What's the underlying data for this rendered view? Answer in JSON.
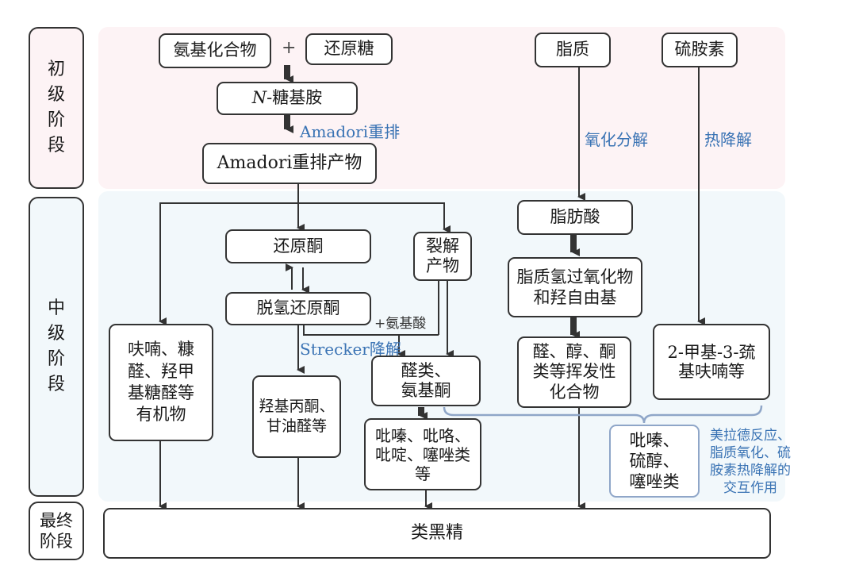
{
  "stages": {
    "primary": "初级阶段",
    "intermediate": "中级阶段",
    "final": "最终阶段"
  },
  "nodes": {
    "amino_compound": "氨基化合物",
    "plus_sign": "+",
    "reducing_sugar": "还原糖",
    "lipid": "脂质",
    "thiamine": "硫胺素",
    "n_glycosylamine_prefix": "N",
    "n_glycosylamine_suffix": "-糖基胺",
    "amadori_product": "Amadori重排产物",
    "reductone": "还原酮",
    "cleavage_products": "裂解产物",
    "dehydroreductone": "脱氢还原酮",
    "fatty_acid": "脂肪酸",
    "lipid_hydroperoxide": "脂质氢过氧化物和羟自由基",
    "furans_group": "呋喃、糠醛、羟甲基糖醛等有机物",
    "hydroxyacetone_group": "羟基丙酮、甘油醛等",
    "aldehydes_aminoketones": "醛类、氨基酮",
    "volatiles": "醛、醇、酮类等挥发性化合物",
    "methyl_furanthiol": "2-甲基-3-巯基呋喃等",
    "pyrazines_group": "吡嗪、吡咯、吡啶、噻唑类等",
    "interaction_products": "吡嗪、硫醇、噻唑类",
    "melanoidins": "类黑精"
  },
  "edge_labels": {
    "amadori_rearrangement": "Amadori重排",
    "oxidative_decomposition": "氧化分解",
    "thermal_degradation": "热降解",
    "plus_amino_acid": "+氨基酸",
    "strecker_degradation": "Strecker降解"
  },
  "annotation": {
    "interaction_note": "美拉德反应、脂质氧化、硫胺素热降解的交互作用"
  },
  "colors": {
    "primary_band": "#fdf3f5",
    "intermediate_band": "#f2f8fb",
    "process_label_blue": "#3a73b4",
    "bracket_blue": "#8fa6c8",
    "line_dark": "#333333"
  }
}
